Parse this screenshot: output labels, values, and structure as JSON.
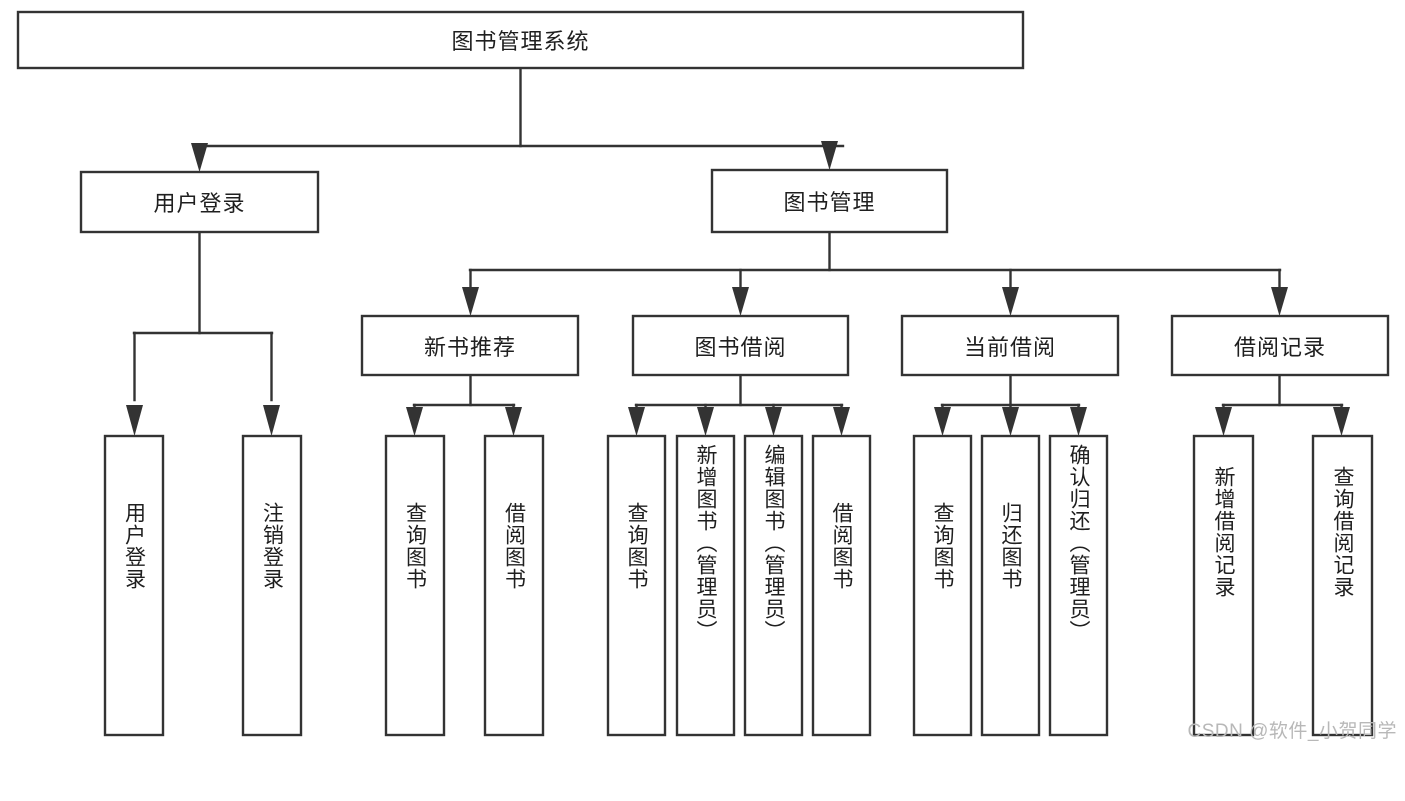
{
  "diagram": {
    "type": "tree-hierarchy",
    "title": "图书管理系统",
    "root": {
      "id": "root",
      "label": "图书管理系统",
      "orientation": "horizontal"
    },
    "level1": [
      {
        "id": "user-login",
        "label": "用户登录",
        "orientation": "horizontal"
      },
      {
        "id": "book-manage",
        "label": "图书管理",
        "orientation": "horizontal"
      }
    ],
    "level2": [
      {
        "id": "new-book-recommend",
        "label": "新书推荐",
        "orientation": "horizontal",
        "parent": "book-manage"
      },
      {
        "id": "book-borrow",
        "label": "图书借阅",
        "orientation": "horizontal",
        "parent": "book-manage"
      },
      {
        "id": "current-borrow",
        "label": "当前借阅",
        "orientation": "horizontal",
        "parent": "book-manage"
      },
      {
        "id": "borrow-record",
        "label": "借阅记录",
        "orientation": "horizontal",
        "parent": "book-manage"
      }
    ],
    "leaves": [
      {
        "id": "leaf-user-login",
        "label": "用户登录",
        "orientation": "vertical",
        "parent": "user-login"
      },
      {
        "id": "leaf-user-logout",
        "label": "注销登录",
        "orientation": "vertical",
        "parent": "user-login"
      },
      {
        "id": "leaf-query-book-1",
        "label": "查询图书",
        "orientation": "vertical",
        "parent": "new-book-recommend"
      },
      {
        "id": "leaf-borrow-book-1",
        "label": "借阅图书",
        "orientation": "vertical",
        "parent": "new-book-recommend"
      },
      {
        "id": "leaf-query-book-2",
        "label": "查询图书",
        "orientation": "vertical",
        "parent": "book-borrow"
      },
      {
        "id": "leaf-add-book",
        "label": "新增图书（管理员）",
        "orientation": "vertical",
        "parent": "book-borrow"
      },
      {
        "id": "leaf-edit-book",
        "label": "编辑图书（管理员）",
        "orientation": "vertical",
        "parent": "book-borrow"
      },
      {
        "id": "leaf-borrow-book-2",
        "label": "借阅图书",
        "orientation": "vertical",
        "parent": "book-borrow"
      },
      {
        "id": "leaf-query-book-3",
        "label": "查询图书",
        "orientation": "vertical",
        "parent": "current-borrow"
      },
      {
        "id": "leaf-return-book",
        "label": "归还图书",
        "orientation": "vertical",
        "parent": "current-borrow"
      },
      {
        "id": "leaf-confirm-return",
        "label": "确认归还（管理员）",
        "orientation": "vertical",
        "parent": "current-borrow"
      },
      {
        "id": "leaf-add-record",
        "label": "新增借阅记录",
        "orientation": "vertical",
        "parent": "borrow-record"
      },
      {
        "id": "leaf-query-record",
        "label": "查询借阅记录",
        "orientation": "vertical",
        "parent": "borrow-record"
      }
    ]
  },
  "watermark": {
    "text": "CSDN @软件_小贺同学"
  },
  "colors": {
    "stroke": "#333333",
    "fill": "#ffffff",
    "text": "#1f1f1f",
    "watermark": "#b8b8b8",
    "background": "#ffffff"
  }
}
